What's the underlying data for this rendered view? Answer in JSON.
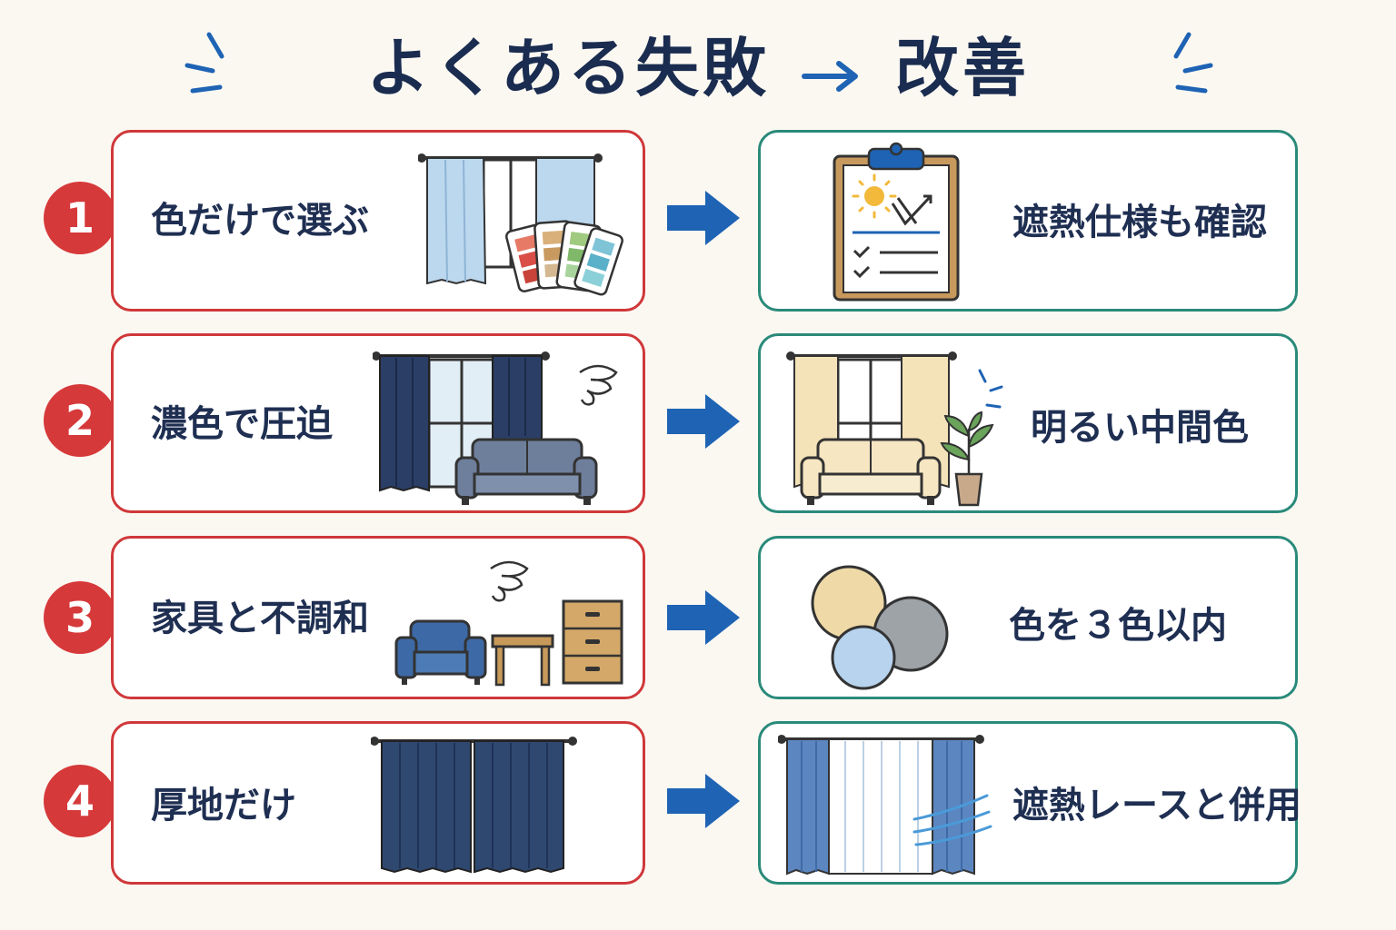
{
  "title": {
    "left": "よくある失敗",
    "right": "改善"
  },
  "rows": [
    {
      "number": "1",
      "mistake": "色だけで選ぶ",
      "fix": "遮熱仕様も確認"
    },
    {
      "number": "2",
      "mistake": "濃色で圧迫",
      "fix": "明るい中間色"
    },
    {
      "number": "3",
      "mistake": "家具と不調和",
      "fix": "色を３色以内"
    },
    {
      "number": "4",
      "mistake": "厚地だけ",
      "fix": "遮熱レースと併用"
    }
  ],
  "colors": {
    "mistake_accent": "#d6393a",
    "fix_accent": "#2a8a7a",
    "arrow": "#1e63b4",
    "navy": "#1a2c4f"
  },
  "icons": [
    "curtain-swatches-icon",
    "clipboard-checklist-icon",
    "dark-curtain-sofa-icon",
    "light-curtain-sofa-icon",
    "mismatched-furniture-icon",
    "three-color-circles-icon",
    "thick-curtain-icon",
    "lace-curtain-icon"
  ]
}
